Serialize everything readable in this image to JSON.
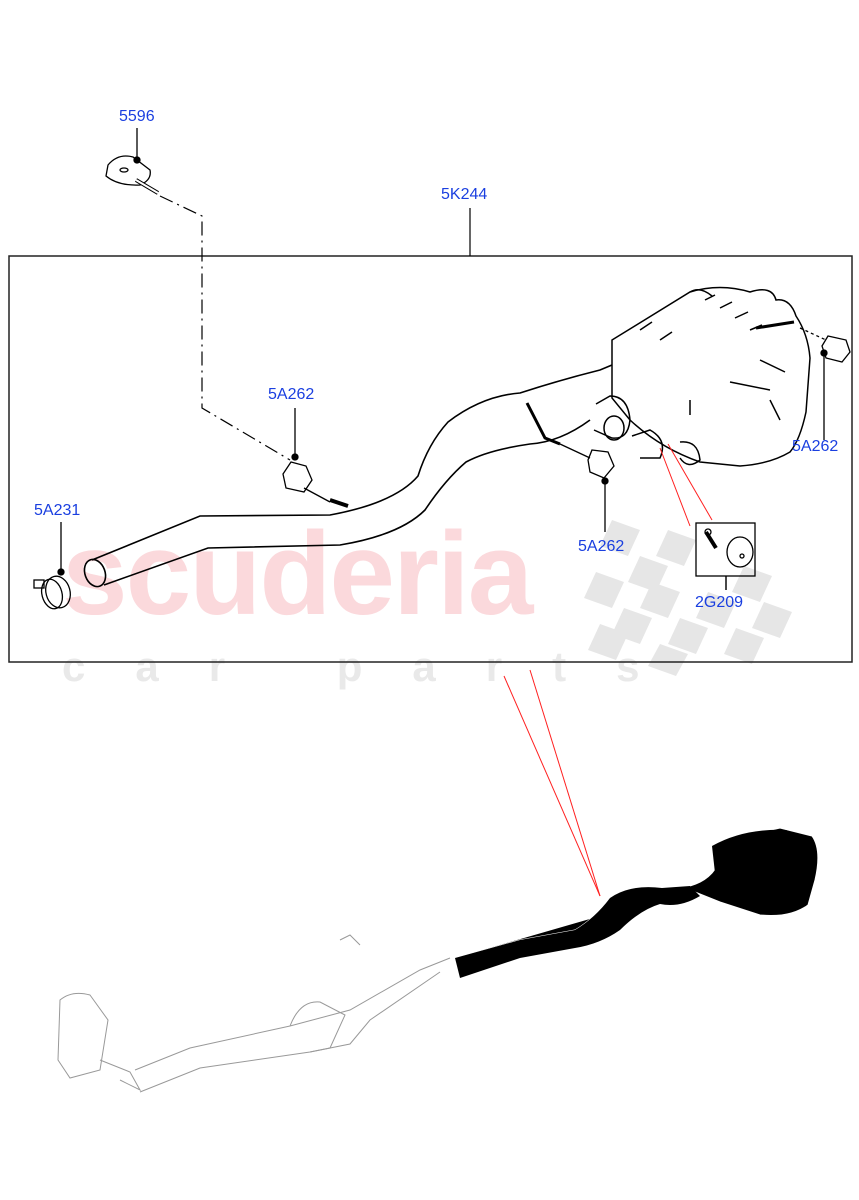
{
  "diagram": {
    "type": "exploded parts diagram",
    "subject": "rear exhaust system",
    "watermark": {
      "main": "scuderia",
      "sub": "car parts",
      "main_color": "#fbd9dc",
      "sub_color": "#e9e9e9"
    },
    "callout_color": "#1a3fe0",
    "leader_color": "#000000",
    "highlight_line_color": "#ff0000",
    "group_frame": {
      "label": "5K244"
    },
    "callouts": [
      {
        "id": "c-5596",
        "label": "5596",
        "part": "heat shield / bracket with bolt"
      },
      {
        "id": "c-5K244",
        "label": "5K244",
        "part": "rear silencer & tail pipe assembly"
      },
      {
        "id": "c-5A262-a",
        "label": "5A262",
        "part": "exhaust hanger insulator (front)"
      },
      {
        "id": "c-5A262-b",
        "label": "5A262",
        "part": "exhaust hanger insulator (rear right)"
      },
      {
        "id": "c-5A262-c",
        "label": "5A262",
        "part": "exhaust hanger insulator (middle)"
      },
      {
        "id": "c-5A231",
        "label": "5A231",
        "part": "exhaust pipe clamp"
      },
      {
        "id": "c-2G209",
        "label": "2G209",
        "part": "damper / mass with bolt"
      }
    ],
    "overview": {
      "label": "full exhaust system location view"
    }
  }
}
